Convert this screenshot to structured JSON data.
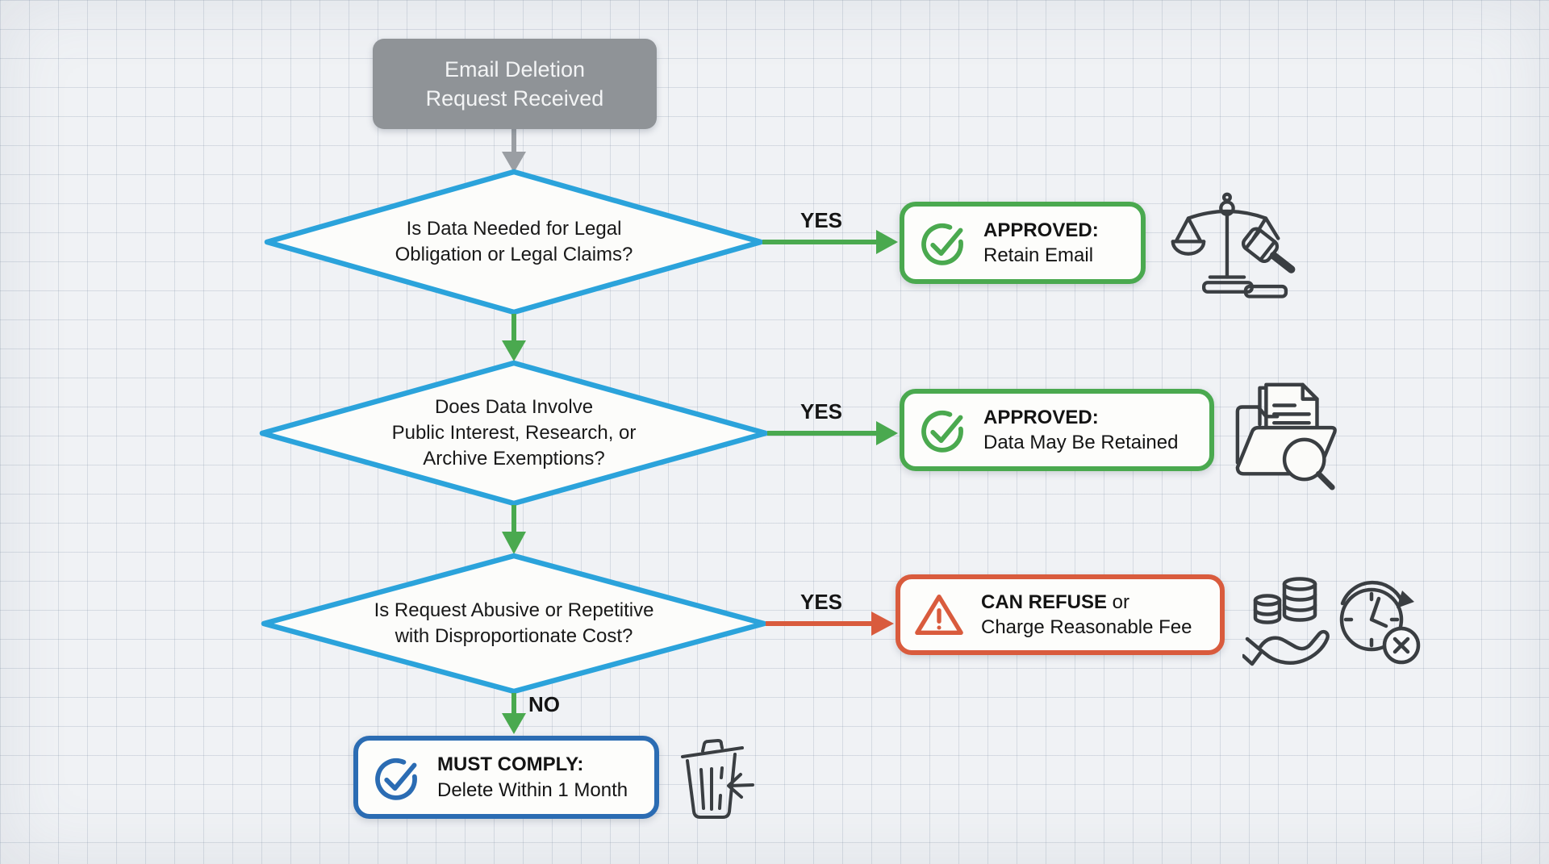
{
  "flowchart": {
    "start": {
      "line1": "Email Deletion",
      "line2": "Request Received"
    },
    "decisions": [
      {
        "lines": [
          "Is Data Needed for Legal",
          "Obligation or Legal Claims?"
        ]
      },
      {
        "lines": [
          "Does Data Involve",
          "Public Interest, Research, or",
          "Archive Exemptions?"
        ]
      },
      {
        "lines": [
          "Is Request Abusive or Repetitive",
          "with Disproportionate Cost?"
        ]
      }
    ],
    "edges": [
      {
        "label": "YES"
      },
      {
        "label": "YES"
      },
      {
        "label": "YES"
      },
      {
        "label": "NO"
      }
    ],
    "outcomes": [
      {
        "title": "APPROVED:",
        "suffix": "",
        "line2": "Retain Email",
        "type": "success"
      },
      {
        "title": "APPROVED:",
        "suffix": "",
        "line2": "Data May Be Retained",
        "type": "success"
      },
      {
        "title": "CAN REFUSE",
        "suffix": " or",
        "line2": "Charge Reasonable Fee",
        "type": "warning"
      },
      {
        "title": "MUST COMPLY:",
        "suffix": "",
        "line2": "Delete Within 1 Month",
        "type": "info"
      }
    ],
    "colors": {
      "decision_border": "#2ba3db",
      "success": "#4aa94f",
      "warning": "#d95b3d",
      "info": "#2b6cb3",
      "start_fill": "#8f9397",
      "arrow_gray": "#9a9ea3",
      "icon_stroke": "#3a3e42"
    },
    "icons": {
      "outcome_success": "check-circle-icon",
      "outcome_warning": "warning-triangle-icon",
      "outcome_info": "check-circle-icon",
      "legal_branch": "scales-gavel-icon",
      "archive_branch": "folder-search-icon",
      "fee_branch": "hand-coins-icon",
      "refuse_branch": "clock-cancel-icon",
      "comply_branch": "trash-delete-icon"
    }
  }
}
